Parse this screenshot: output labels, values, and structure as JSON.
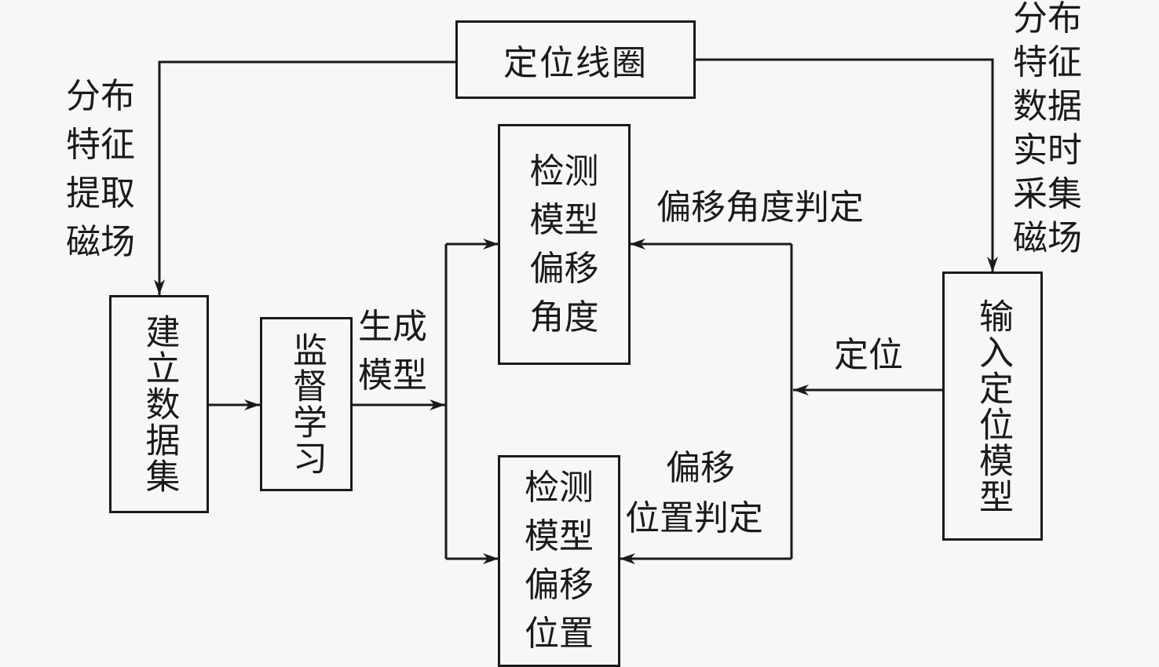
{
  "nodes": {
    "coil": "定位线圈",
    "dataset": "建立数据集",
    "supervised": "监督学习",
    "angle_model": "检测模型偏移角度",
    "position_model": "检测模型偏移位置",
    "locate_model": "输入定位模型"
  },
  "edge_labels": {
    "left_feature": "分布特征提取磁场",
    "right_feature": "分布特征数据实时采集磁场",
    "generate": "生成模型",
    "angle_judge": "偏移角度判定",
    "locate": "定位",
    "position_judge_1": "偏移",
    "position_judge_2": "位置判定"
  },
  "colors": {
    "line": "#1a1a1a",
    "background": "#f7f7f7"
  }
}
